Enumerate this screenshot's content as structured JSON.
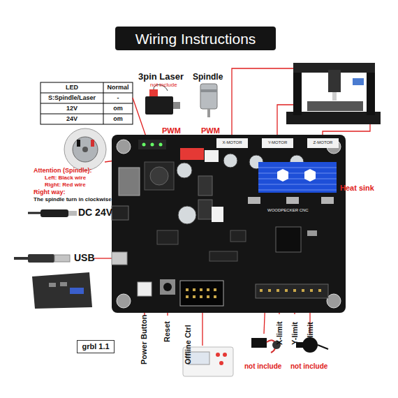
{
  "diagram": {
    "title": "Wiring Instructions",
    "nodes": [
      {
        "text": [
          "grbl 1.1"
        ]
      }
    ],
    "labels": [
      "LED",
      "Normal",
      "S:Spindle/Laser",
      "-",
      "12V",
      "om",
      "24V",
      "om",
      "3pin Laser",
      "not include",
      "PWM",
      "Spindle",
      "PWM",
      "Attention (Spindle):",
      "Left: Black wire",
      "Right: Red wire",
      "Right way:",
      "The spindle turn in clockwise",
      "DC 24V",
      "USB",
      "X-MOTOR",
      "Y-MOTOR",
      "Z-MOTOR",
      "WOODPECKER CNC",
      "Heat sink",
      "Power Button",
      "Reset",
      "Offline Ctrl",
      "X-limit",
      "Y-limit",
      "Z-limit",
      "not include",
      "not include"
    ]
  }
}
